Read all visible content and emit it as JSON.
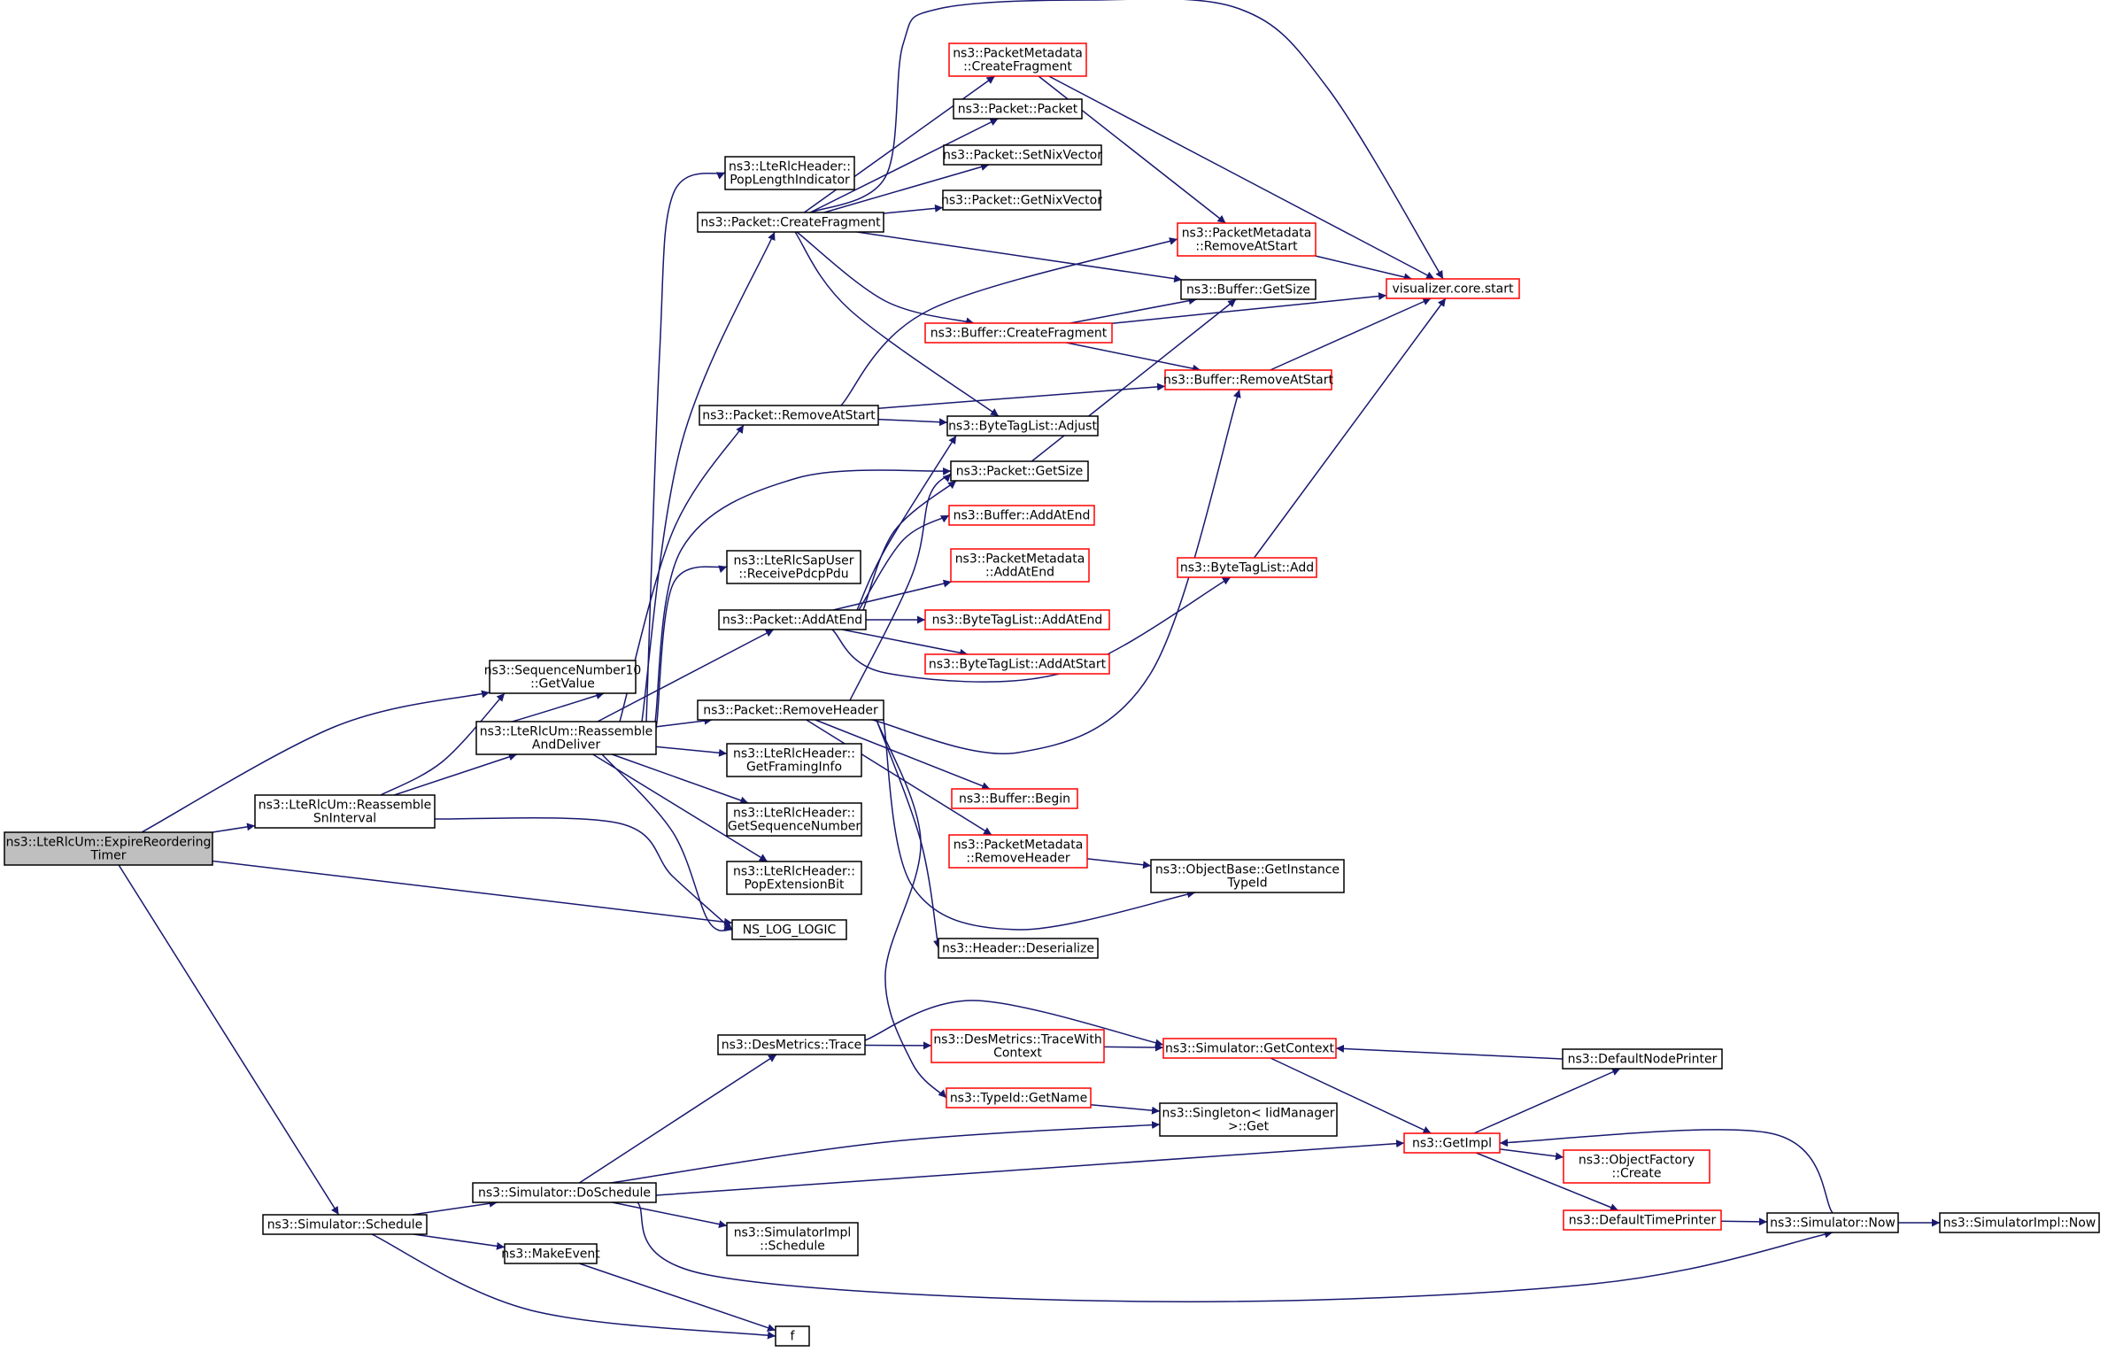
{
  "graph": {
    "type": "call-graph",
    "colors": {
      "edge": "#191970",
      "root_fill": "#bfbfbf",
      "node_fill": "#ffffff",
      "node_border": "#000000",
      "truncated_border": "#ff0000"
    },
    "nodes": [
      {
        "id": "root",
        "lines": [
          "ns3::LteRlcUm::ExpireReordering",
          "Timer"
        ],
        "style": "root"
      },
      {
        "id": "seqGet",
        "lines": [
          "ns3::SequenceNumber10",
          "::GetValue"
        ],
        "style": "normal"
      },
      {
        "id": "reasSn",
        "lines": [
          "ns3::LteRlcUm::Reassemble",
          "SnInterval"
        ],
        "style": "normal"
      },
      {
        "id": "nslog",
        "lines": [
          "NS_LOG_LOGIC"
        ],
        "style": "normal"
      },
      {
        "id": "sched",
        "lines": [
          "ns3::Simulator::Schedule"
        ],
        "style": "normal"
      },
      {
        "id": "reasDel",
        "lines": [
          "ns3::LteRlcUm::Reassemble",
          "AndDeliver"
        ],
        "style": "normal"
      },
      {
        "id": "popLen",
        "lines": [
          "ns3::LteRlcHeader::",
          "PopLengthIndicator"
        ],
        "style": "normal"
      },
      {
        "id": "pktCF",
        "lines": [
          "ns3::Packet::CreateFragment"
        ],
        "style": "normal"
      },
      {
        "id": "pktRAS",
        "lines": [
          "ns3::Packet::RemoveAtStart"
        ],
        "style": "normal"
      },
      {
        "id": "rcvPdcp",
        "lines": [
          "ns3::LteRlcSapUser",
          "::ReceivePdcpPdu"
        ],
        "style": "normal"
      },
      {
        "id": "pktAAE",
        "lines": [
          "ns3::Packet::AddAtEnd"
        ],
        "style": "normal"
      },
      {
        "id": "pktRH",
        "lines": [
          "ns3::Packet::RemoveHeader"
        ],
        "style": "normal"
      },
      {
        "id": "getFram",
        "lines": [
          "ns3::LteRlcHeader::",
          "GetFramingInfo"
        ],
        "style": "normal"
      },
      {
        "id": "getSeq",
        "lines": [
          "ns3::LteRlcHeader::",
          "GetSequenceNumber"
        ],
        "style": "normal"
      },
      {
        "id": "popExt",
        "lines": [
          "ns3::LteRlcHeader::",
          "PopExtensionBit"
        ],
        "style": "normal"
      },
      {
        "id": "pmCF",
        "lines": [
          "ns3::PacketMetadata",
          "::CreateFragment"
        ],
        "style": "truncated"
      },
      {
        "id": "pktPkt",
        "lines": [
          "ns3::Packet::Packet"
        ],
        "style": "normal"
      },
      {
        "id": "setNix",
        "lines": [
          "ns3::Packet::SetNixVector"
        ],
        "style": "normal"
      },
      {
        "id": "getNix",
        "lines": [
          "ns3::Packet::GetNixVector"
        ],
        "style": "normal"
      },
      {
        "id": "pmRAS",
        "lines": [
          "ns3::PacketMetadata",
          "::RemoveAtStart"
        ],
        "style": "truncated"
      },
      {
        "id": "bufGS",
        "lines": [
          "ns3::Buffer::GetSize"
        ],
        "style": "normal"
      },
      {
        "id": "bufCF",
        "lines": [
          "ns3::Buffer::CreateFragment"
        ],
        "style": "truncated"
      },
      {
        "id": "bufRAS",
        "lines": [
          "ns3::Buffer::RemoveAtStart"
        ],
        "style": "truncated"
      },
      {
        "id": "btlAdj",
        "lines": [
          "ns3::ByteTagList::Adjust"
        ],
        "style": "normal"
      },
      {
        "id": "pktGS",
        "lines": [
          "ns3::Packet::GetSize"
        ],
        "style": "normal"
      },
      {
        "id": "bufAAE",
        "lines": [
          "ns3::Buffer::AddAtEnd"
        ],
        "style": "truncated"
      },
      {
        "id": "pmAAE",
        "lines": [
          "ns3::PacketMetadata",
          "::AddAtEnd"
        ],
        "style": "truncated"
      },
      {
        "id": "btlAAE",
        "lines": [
          "ns3::ByteTagList::AddAtEnd"
        ],
        "style": "truncated"
      },
      {
        "id": "btlAAS",
        "lines": [
          "ns3::ByteTagList::AddAtStart"
        ],
        "style": "truncated"
      },
      {
        "id": "btlAdd",
        "lines": [
          "ns3::ByteTagList::Add"
        ],
        "style": "truncated"
      },
      {
        "id": "vcs",
        "lines": [
          "visualizer.core.start"
        ],
        "style": "truncated"
      },
      {
        "id": "bufBeg",
        "lines": [
          "ns3::Buffer::Begin"
        ],
        "style": "truncated"
      },
      {
        "id": "pmRH",
        "lines": [
          "ns3::PacketMetadata",
          "::RemoveHeader"
        ],
        "style": "truncated"
      },
      {
        "id": "obGIT",
        "lines": [
          "ns3::ObjectBase::GetInstance",
          "TypeId"
        ],
        "style": "normal"
      },
      {
        "id": "hdrDes",
        "lines": [
          "ns3::Header::Deserialize"
        ],
        "style": "normal"
      },
      {
        "id": "dmTrace",
        "lines": [
          "ns3::DesMetrics::Trace"
        ],
        "style": "normal"
      },
      {
        "id": "dmTWC",
        "lines": [
          "ns3::DesMetrics::TraceWith",
          "Context"
        ],
        "style": "truncated"
      },
      {
        "id": "simGC",
        "lines": [
          "ns3::Simulator::GetContext"
        ],
        "style": "truncated"
      },
      {
        "id": "defNP",
        "lines": [
          "ns3::DefaultNodePrinter"
        ],
        "style": "normal"
      },
      {
        "id": "tidGN",
        "lines": [
          "ns3::TypeId::GetName"
        ],
        "style": "truncated"
      },
      {
        "id": "singGet",
        "lines": [
          "ns3::Singleton< IidManager",
          " >::Get"
        ],
        "style": "normal"
      },
      {
        "id": "getImpl",
        "lines": [
          "ns3::GetImpl"
        ],
        "style": "truncated"
      },
      {
        "id": "simDS",
        "lines": [
          "ns3::Simulator::DoSchedule"
        ],
        "style": "normal"
      },
      {
        "id": "ofCreate",
        "lines": [
          "ns3::ObjectFactory",
          "::Create"
        ],
        "style": "truncated"
      },
      {
        "id": "defTP",
        "lines": [
          "ns3::DefaultTimePrinter"
        ],
        "style": "truncated"
      },
      {
        "id": "simNow",
        "lines": [
          "ns3::Simulator::Now"
        ],
        "style": "normal"
      },
      {
        "id": "siNow",
        "lines": [
          "ns3::SimulatorImpl::Now"
        ],
        "style": "normal"
      },
      {
        "id": "siSched",
        "lines": [
          "ns3::SimulatorImpl",
          "::Schedule"
        ],
        "style": "normal"
      },
      {
        "id": "mkEvent",
        "lines": [
          "ns3::MakeEvent"
        ],
        "style": "normal"
      },
      {
        "id": "fNode",
        "lines": [
          "f"
        ],
        "style": "normal"
      }
    ],
    "edges": [
      {
        "from": "root",
        "to": "seqGet"
      },
      {
        "from": "root",
        "to": "reasSn"
      },
      {
        "from": "root",
        "to": "nslog"
      },
      {
        "from": "root",
        "to": "sched"
      },
      {
        "from": "reasSn",
        "to": "seqGet"
      },
      {
        "from": "reasSn",
        "to": "reasDel"
      },
      {
        "from": "reasSn",
        "to": "nslog"
      },
      {
        "from": "reasDel",
        "to": "seqGet"
      },
      {
        "from": "reasDel",
        "to": "popLen"
      },
      {
        "from": "reasDel",
        "to": "pktCF"
      },
      {
        "from": "reasDel",
        "to": "pktRAS"
      },
      {
        "from": "reasDel",
        "to": "pktGS"
      },
      {
        "from": "reasDel",
        "to": "rcvPdcp"
      },
      {
        "from": "reasDel",
        "to": "pktAAE"
      },
      {
        "from": "reasDel",
        "to": "pktRH"
      },
      {
        "from": "reasDel",
        "to": "getFram"
      },
      {
        "from": "reasDel",
        "to": "getSeq"
      },
      {
        "from": "reasDel",
        "to": "popExt"
      },
      {
        "from": "reasDel",
        "to": "nslog"
      },
      {
        "from": "pktCF",
        "to": "pmCF"
      },
      {
        "from": "pktCF",
        "to": "pktPkt"
      },
      {
        "from": "pktCF",
        "to": "setNix"
      },
      {
        "from": "pktCF",
        "to": "getNix"
      },
      {
        "from": "pktCF",
        "to": "bufGS"
      },
      {
        "from": "pktCF",
        "to": "bufCF"
      },
      {
        "from": "pktCF",
        "to": "btlAdj"
      },
      {
        "from": "pktCF",
        "to": "vcs"
      },
      {
        "from": "pmCF",
        "to": "pmRAS"
      },
      {
        "from": "pmCF",
        "to": "vcs"
      },
      {
        "from": "pmRAS",
        "to": "vcs"
      },
      {
        "from": "bufCF",
        "to": "bufGS"
      },
      {
        "from": "bufCF",
        "to": "bufRAS"
      },
      {
        "from": "bufCF",
        "to": "vcs"
      },
      {
        "from": "bufRAS",
        "to": "vcs"
      },
      {
        "from": "pktRAS",
        "to": "pmRAS"
      },
      {
        "from": "pktRAS",
        "to": "bufRAS"
      },
      {
        "from": "pktRAS",
        "to": "btlAdj"
      },
      {
        "from": "pktGS",
        "to": "bufGS"
      },
      {
        "from": "pktAAE",
        "to": "btlAdj"
      },
      {
        "from": "pktAAE",
        "to": "pktGS"
      },
      {
        "from": "pktAAE",
        "to": "bufAAE"
      },
      {
        "from": "pktAAE",
        "to": "pmAAE"
      },
      {
        "from": "pktAAE",
        "to": "btlAAE"
      },
      {
        "from": "pktAAE",
        "to": "btlAAS"
      },
      {
        "from": "pktAAE",
        "to": "btlAdd"
      },
      {
        "from": "btlAdd",
        "to": "vcs"
      },
      {
        "from": "pktRH",
        "to": "pktGS"
      },
      {
        "from": "pktRH",
        "to": "bufRAS"
      },
      {
        "from": "pktRH",
        "to": "bufBeg"
      },
      {
        "from": "pktRH",
        "to": "pmRH"
      },
      {
        "from": "pktRH",
        "to": "obGIT"
      },
      {
        "from": "pktRH",
        "to": "hdrDes"
      },
      {
        "from": "pktRH",
        "to": "tidGN"
      },
      {
        "from": "pmRH",
        "to": "obGIT"
      },
      {
        "from": "sched",
        "to": "simDS"
      },
      {
        "from": "sched",
        "to": "mkEvent"
      },
      {
        "from": "sched",
        "to": "fNode"
      },
      {
        "from": "mkEvent",
        "to": "fNode"
      },
      {
        "from": "simDS",
        "to": "dmTrace"
      },
      {
        "from": "simDS",
        "to": "singGet"
      },
      {
        "from": "simDS",
        "to": "getImpl"
      },
      {
        "from": "simDS",
        "to": "siSched"
      },
      {
        "from": "simDS",
        "to": "simNow"
      },
      {
        "from": "dmTrace",
        "to": "simGC"
      },
      {
        "from": "dmTrace",
        "to": "dmTWC"
      },
      {
        "from": "dmTWC",
        "to": "simGC"
      },
      {
        "from": "simGC",
        "to": "getImpl"
      },
      {
        "from": "defNP",
        "to": "simGC"
      },
      {
        "from": "tidGN",
        "to": "singGet"
      },
      {
        "from": "getImpl",
        "to": "defNP"
      },
      {
        "from": "getImpl",
        "to": "ofCreate"
      },
      {
        "from": "getImpl",
        "to": "defTP"
      },
      {
        "from": "defTP",
        "to": "simNow"
      },
      {
        "from": "simNow",
        "to": "siNow"
      },
      {
        "from": "simNow",
        "to": "getImpl"
      }
    ]
  }
}
